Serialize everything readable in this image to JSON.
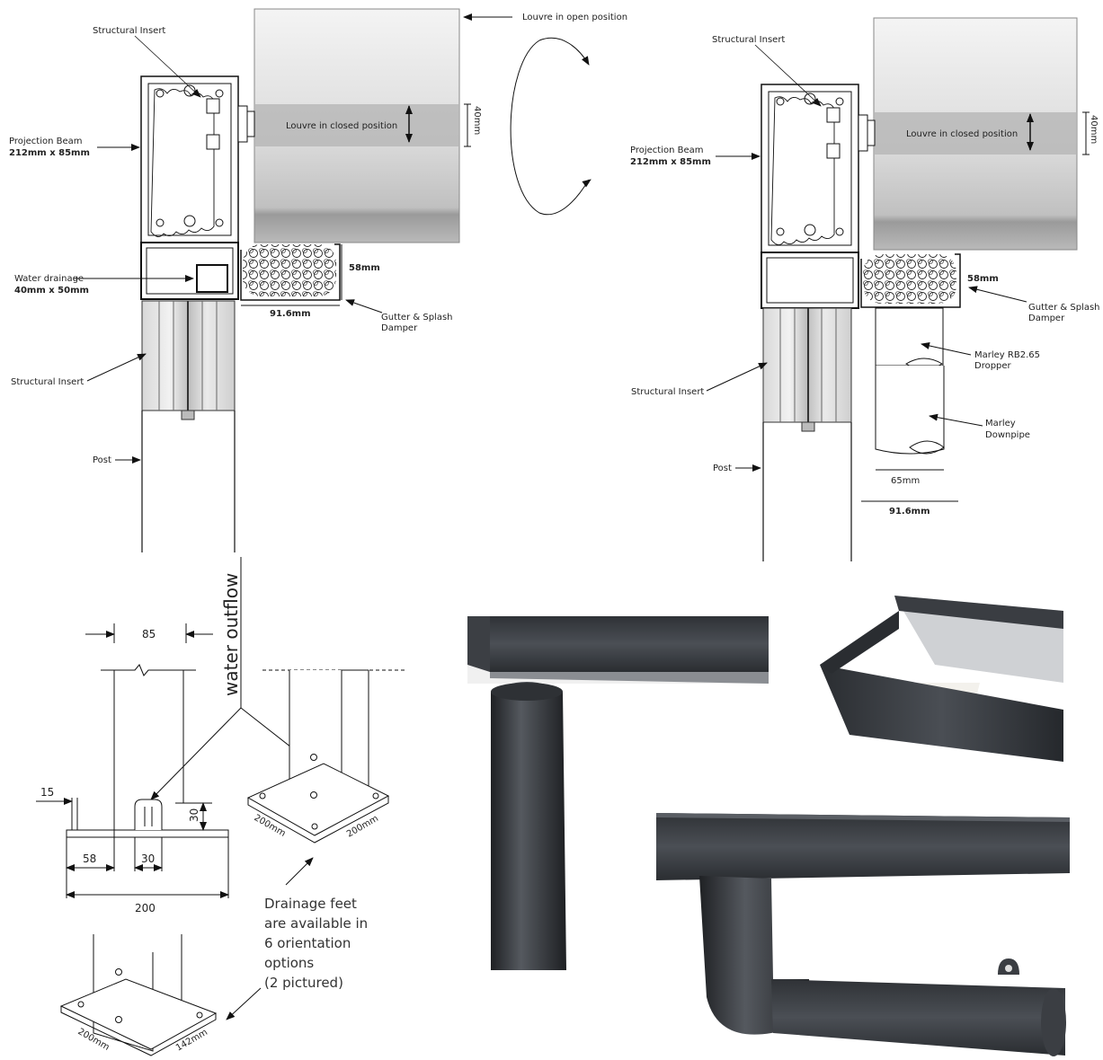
{
  "top_left": {
    "structural_insert_top": "Structural Insert",
    "louvre_open": "Louvre in open position",
    "louvre_closed": "Louvre in closed position",
    "dim_40": "40mm",
    "projection_beam_l1": "Projection Beam",
    "projection_beam_l2": "212mm x 85mm",
    "water_drainage_l1": "Water drainage",
    "water_drainage_l2": "40mm x 50mm",
    "dim_58": "58mm",
    "dim_916": "91.6mm",
    "gutter_l1": "Gutter & Splash",
    "gutter_l2": "Damper",
    "structural_insert_bottom": "Structural Insert",
    "post": "Post"
  },
  "top_right": {
    "structural_insert_top": "Structural Insert",
    "louvre_closed": "Louvre in closed position",
    "dim_40": "40mm",
    "projection_beam_l1": "Projection Beam",
    "projection_beam_l2": "212mm x 85mm",
    "dim_58": "58mm",
    "gutter_l1": "Gutter & Splash",
    "gutter_l2": "Damper",
    "dropper_l1": "Marley RB2.65",
    "dropper_l2": "Dropper",
    "downpipe_l1": "Marley",
    "downpipe_l2": "Downpipe",
    "structural_insert_bottom": "Structural Insert",
    "post": "Post",
    "dim_65": "65mm",
    "dim_916": "91.6mm"
  },
  "drainage_feet": {
    "water_outflow": "water outflow",
    "dim_85": "85",
    "dim_15": "15",
    "dim_30_h": "30",
    "dim_58": "58",
    "dim_30_w": "30",
    "dim_200": "200",
    "iso1_dim_a": "200mm",
    "iso1_dim_b": "200mm",
    "iso2_dim_a": "200mm",
    "iso2_dim_b": "142mm",
    "note_lines": [
      "Drainage feet",
      "are available in",
      "6 orientation",
      "options",
      "(2 pictured)"
    ]
  },
  "colors": {
    "gutter_metal": "#3c3f44",
    "louvre_light": "#eeeeee",
    "louvre_dark": "#9a9a9a"
  }
}
